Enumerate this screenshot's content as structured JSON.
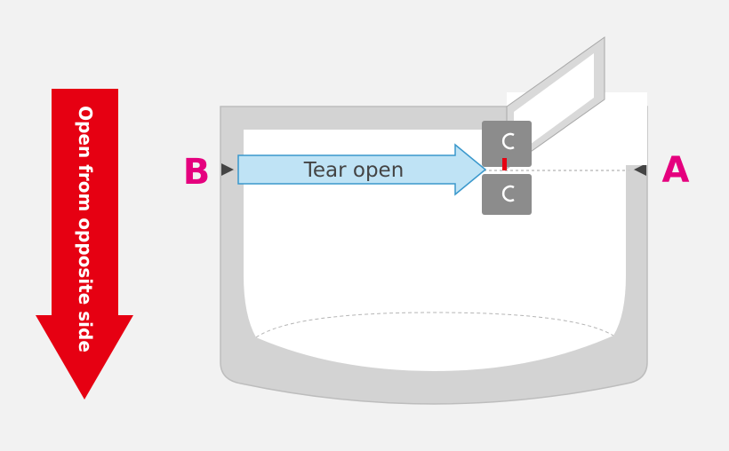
{
  "labels": {
    "tear_open": "Tear open",
    "open_from_opposite_side": "Open from opposite side",
    "point_a": "A",
    "point_b": "B"
  },
  "colors": {
    "background": "#f2f2f2",
    "pouch_outline": "#d3d3d3",
    "pouch_inner": "#ffffff",
    "label_pink": "#e5007e",
    "arrow_red": "#e60012",
    "tear_arrow_fill": "#bfe3f5",
    "tear_arrow_stroke": "#3a98cc",
    "notch_tab": "#8c8c8c",
    "tear_mark_red": "#e60012"
  },
  "icons": {
    "down_arrow": "big-red-down-arrow-icon",
    "notch_circles": "notch-circle-icon",
    "tear_mark": "tear-mark-icon"
  }
}
